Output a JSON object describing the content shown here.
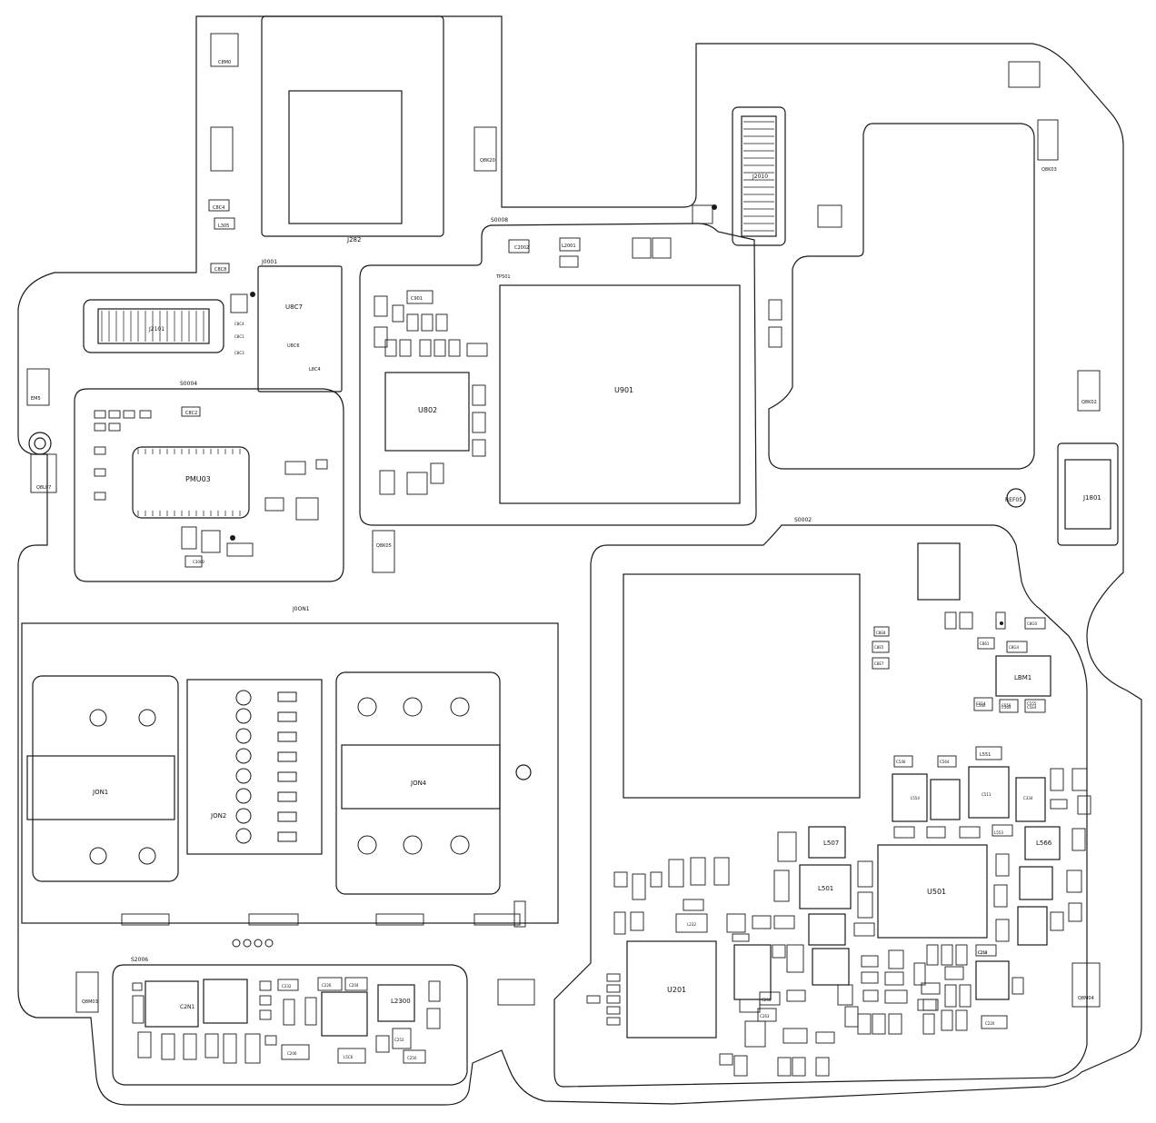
{
  "board": {
    "shield_labels": [
      "S0008",
      "S0004",
      "S0002",
      "S2006"
    ],
    "connector_labels": [
      "J2101",
      "J0001",
      "J282",
      "J2010",
      "J1801",
      "J0ON1",
      "JON1",
      "JON2",
      "JON4"
    ],
    "ic_labels": [
      "U901",
      "U802",
      "PMU03",
      "U501",
      "U201",
      "LBM1",
      "U8C7",
      "L2300",
      "L501",
      "L566",
      "L507"
    ],
    "marker_labels": [
      "REF05",
      "TP501",
      "C2N1"
    ],
    "side_labels": [
      "Q8K03",
      "Q8K02",
      "Q8M03",
      "EM5",
      "Q8L07",
      "Q8K20",
      "Q8K05",
      "Q8M04"
    ],
    "small_labels": [
      "C8M0",
      "L305",
      "C8C4",
      "C8C8",
      "C901",
      "C2002",
      "L2001",
      "C8C2",
      "U8C6",
      "C8C4",
      "C8C1",
      "C8C3",
      "C3000",
      "L8C4",
      "C8E8",
      "C8E5",
      "C8E7",
      "C861",
      "C8G4",
      "C8G0",
      "C560",
      "C563",
      "C5E4",
      "C546",
      "C564",
      "L551",
      "L553",
      "L554",
      "C511",
      "C334",
      "C314",
      "C556",
      "C555",
      "C216",
      "C220",
      "C232",
      "C226",
      "C204",
      "C206",
      "L5C6",
      "C250",
      "C252",
      "C253",
      "C260",
      "C263",
      "L232"
    ]
  }
}
